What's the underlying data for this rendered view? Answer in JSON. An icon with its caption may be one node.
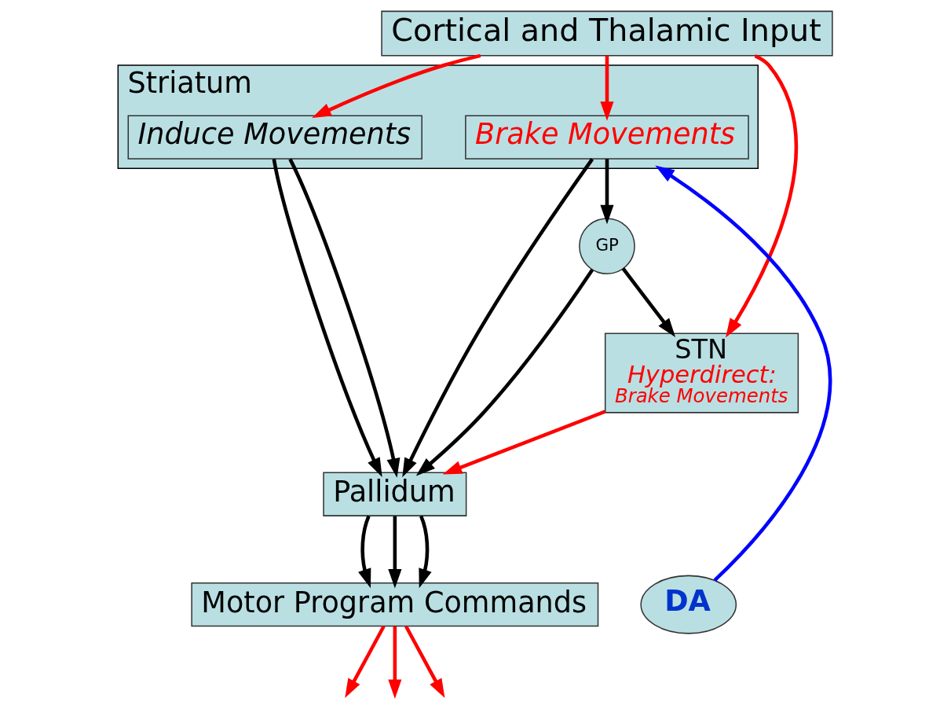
{
  "diagram": {
    "nodes": [
      {
        "text": [
          "Cortical and Thalamic Input"
        ]
      },
      {
        "text": [
          "Striatum"
        ]
      },
      {
        "text": [
          "Brake Movements"
        ],
        "in": 1
      },
      {
        "text": [
          "Induce Movements"
        ],
        "in": 1
      },
      {
        "text": [
          "GP"
        ]
      },
      {
        "text": [
          "STN",
          "Hyperdirect:",
          "Brake Movements"
        ]
      },
      {
        "text": [
          "Pallidum"
        ]
      },
      {
        "text": [
          "Motor Program Commands"
        ]
      },
      {
        "text": [
          "DA"
        ]
      }
    ],
    "edges": [
      {
        "from": 0,
        "to": 5,
        "arrow": "to",
        "color": "#ff0000"
      },
      {
        "from": 0,
        "to": 2,
        "arrow": "to",
        "color": "#ff0000"
      },
      {
        "from": 0,
        "to": 3,
        "arrow": "to",
        "color": "#ff0000"
      },
      {
        "from": 2,
        "to": 4,
        "arrow": "to"
      },
      {
        "from": 4,
        "to": 5,
        "arrow": "to"
      },
      {
        "from": 4,
        "to": 6,
        "arrow": "to"
      },
      {
        "from": 8,
        "to": 1,
        "arrow": "to",
        "color": "#0000ff"
      },
      {
        "from": 2,
        "to": 6,
        "arrow": "to"
      },
      {
        "from": 3,
        "to": 6,
        "arrow": "to"
      },
      {
        "from": 3,
        "to": 6,
        "arrow": "to"
      },
      {
        "from": 5,
        "to": 6,
        "arrow": "to",
        "color": "#ff0000"
      },
      {
        "from": 6,
        "to": 7,
        "arrow": "to"
      },
      {
        "from": 6,
        "to": 7,
        "arrow": "to"
      },
      {
        "from": 6,
        "to": 7,
        "arrow": "to"
      },
      {
        "from": 7,
        "to": null,
        "arrow": "to",
        "color": "#ff0000"
      },
      {
        "from": 7,
        "to": null,
        "arrow": "to",
        "color": "#ff0000"
      },
      {
        "from": 7,
        "to": null,
        "arrow": "to",
        "color": "#ff0000"
      }
    ]
  }
}
